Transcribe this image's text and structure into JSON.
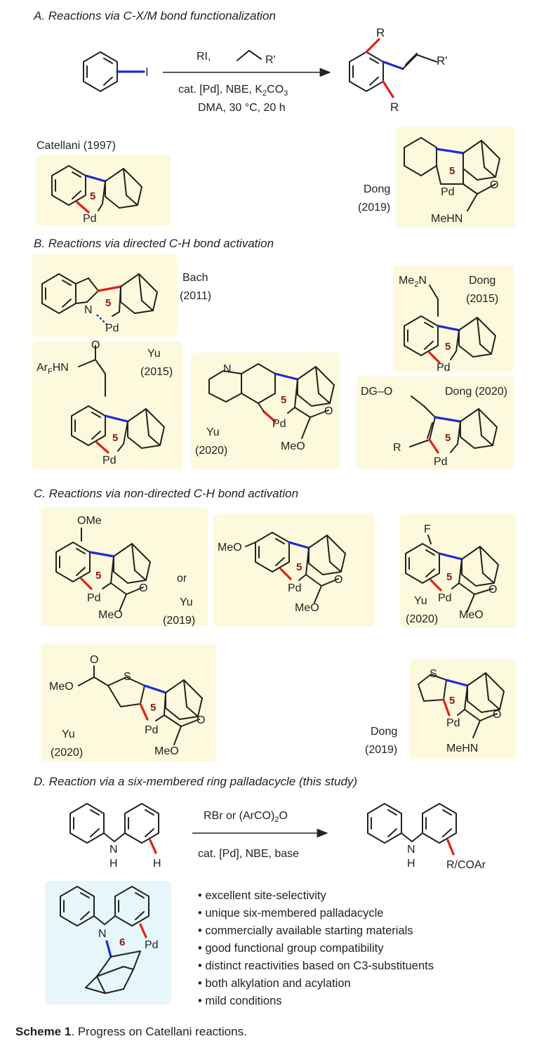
{
  "sections": {
    "a": "A. Reactions via C-X/M bond functionalization",
    "b": "B. Reactions via directed C-H bond activation",
    "c": "C. Reactions via non-directed C-H bond activation",
    "d": "D. Reaction via a six-membered ring palladacycle (this study)"
  },
  "rxn_a": {
    "reactant_atom": "I",
    "reagent1": "RI,",
    "reagent_r": "R'",
    "cond1": "cat. [Pd], NBE, K",
    "cond1_sub": "2",
    "cond1_end": "CO",
    "cond1_sub2": "3",
    "cond2": "DMA, 30 °C, 20 h",
    "prod_r_top": "R",
    "prod_r_bot": "R",
    "prod_r_prime": "R'"
  },
  "refs": {
    "catellani": "Catellani (1997)",
    "dong_a_name": "Dong",
    "dong_a_year": "(2019)",
    "bach_name": "Bach",
    "bach_year": "(2011)",
    "yu15_name": "Yu",
    "yu15_year": "(2015)",
    "yu20b_name": "Yu",
    "yu20b_year": "(2020)",
    "dong15_name": "Dong",
    "dong15_year": "(2015)",
    "dong20": "Dong (2020)",
    "yu19_or": "or",
    "yu19_name": "Yu",
    "yu19_year": "(2019)",
    "yu20c_name": "Yu",
    "yu20c_year": "(2020)",
    "yu20d_name": "Yu",
    "yu20d_year": "(2020)",
    "dong19_name": "Dong",
    "dong19_year": "(2019)"
  },
  "atoms": {
    "pd": "Pd",
    "five": "5",
    "six": "6",
    "o": "O",
    "n": "N",
    "s": "S",
    "f": "F",
    "r": "R",
    "meo": "MeO",
    "ome": "OMe",
    "mehn": "MeHN",
    "me2n": "Me",
    "me2n_sub": "2",
    "me2n_end": "N",
    "arfhn": "Ar",
    "arfhn_sub": "F",
    "arfhn_end": "HN",
    "dgo": "DG",
    "dash_o": "O",
    "nh_n": "N",
    "nh_h": "H",
    "h": "H"
  },
  "rxn_d": {
    "reagent": "RBr or (ArCO)",
    "reagent_sub": "2",
    "reagent_end": "O",
    "cond": "cat. [Pd], NBE, base",
    "product_sub": "R/COAr"
  },
  "bullets": [
    "excellent site-selectivity",
    "unique six-membered palladacycle",
    "commercially available starting materials",
    "good functional group compatibility",
    "distinct reactivities based on C3-substituents",
    "both alkylation and acylation",
    "mild conditions"
  ],
  "caption": {
    "bold": "Scheme 1",
    "rest": ". Progress on  Catellani reactions."
  },
  "colors": {
    "highlight_box": "#fdf9dc",
    "study_box": "#e6f6fb",
    "red_bond": "#e0201b",
    "blue_bond": "#1d2bd6",
    "ring_number": "#8b1a1a"
  }
}
